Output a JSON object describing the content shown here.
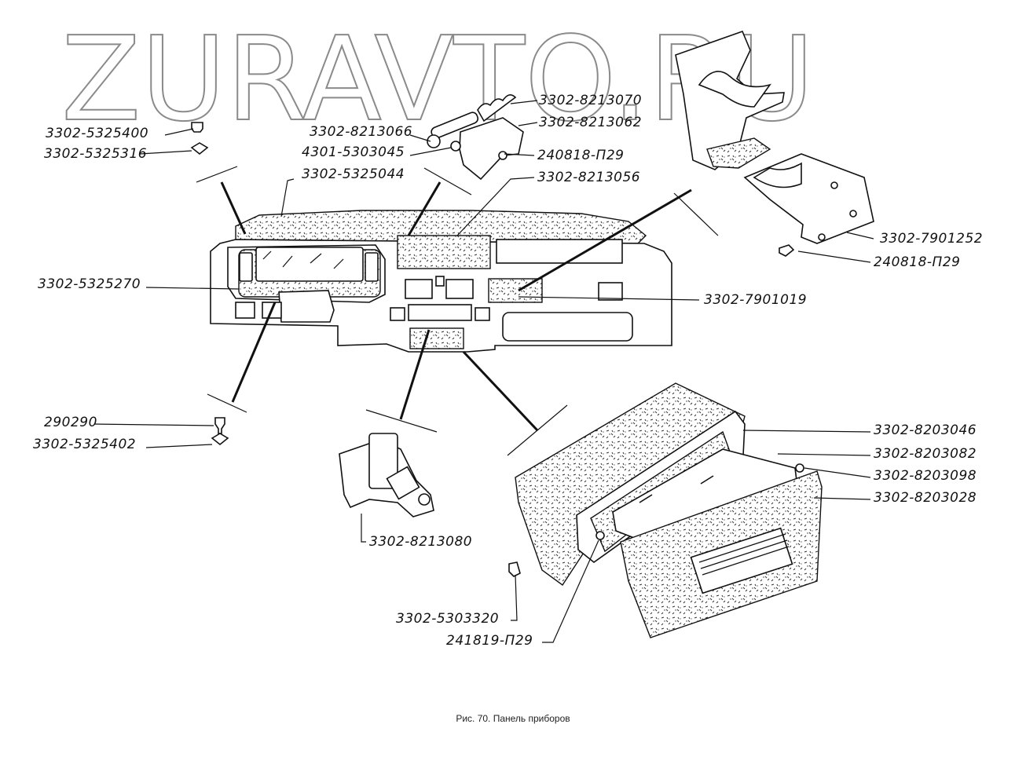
{
  "watermark": "ZURAVTO.RU",
  "caption": "Рис. 70. Панель приборов",
  "labels": [
    {
      "id": "l1",
      "text": "3302-8213070"
    },
    {
      "id": "l2",
      "text": "3302-8213062"
    },
    {
      "id": "l3",
      "text": "3302-5325400"
    },
    {
      "id": "l4",
      "text": "3302-8213066"
    },
    {
      "id": "l5",
      "text": "3302-5325316"
    },
    {
      "id": "l6",
      "text": "4301-5303045"
    },
    {
      "id": "l7",
      "text": "240818-П29"
    },
    {
      "id": "l8",
      "text": "3302-5325044"
    },
    {
      "id": "l9",
      "text": "3302-8213056"
    },
    {
      "id": "l10",
      "text": "3302-7901252"
    },
    {
      "id": "l11",
      "text": "240818-П29"
    },
    {
      "id": "l12",
      "text": "3302-5325270"
    },
    {
      "id": "l13",
      "text": "3302-7901019"
    },
    {
      "id": "l14",
      "text": "290290"
    },
    {
      "id": "l15",
      "text": "3302-8203046"
    },
    {
      "id": "l16",
      "text": "3302-5325402"
    },
    {
      "id": "l17",
      "text": "3302-8203082"
    },
    {
      "id": "l18",
      "text": "3302-8203098"
    },
    {
      "id": "l19",
      "text": "3302-8203028"
    },
    {
      "id": "l20",
      "text": "3302-8213080"
    },
    {
      "id": "l21",
      "text": "3302-5303320"
    },
    {
      "id": "l22",
      "text": "241819-П29"
    }
  ]
}
